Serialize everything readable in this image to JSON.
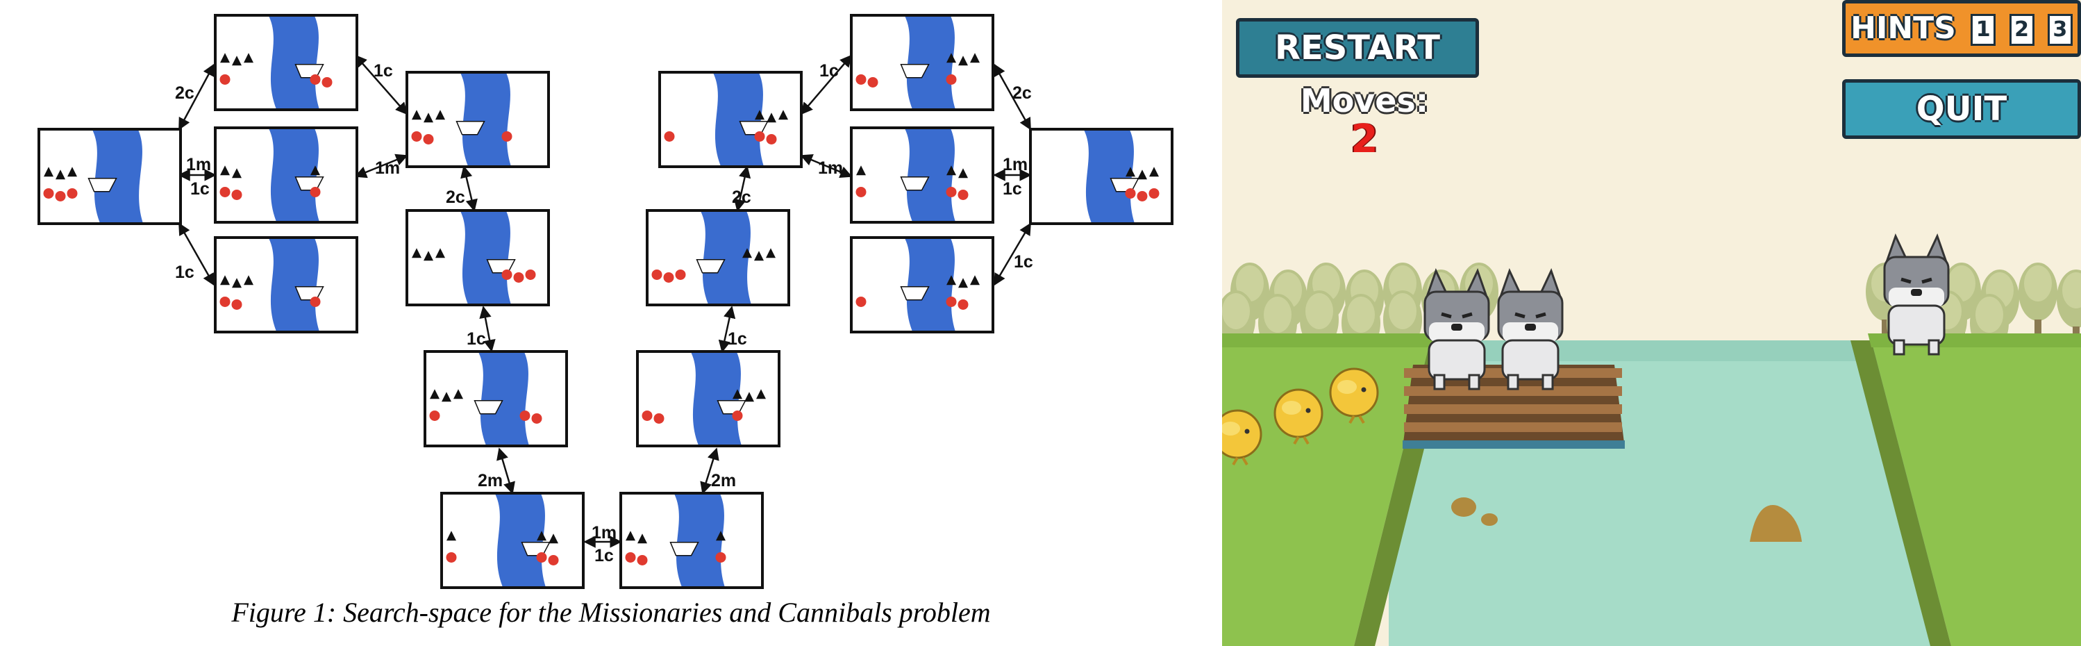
{
  "figure": {
    "caption": "Figure 1: Search-space for the Missionaries and Cannibals problem",
    "edge_labels": [
      "2c",
      "1c",
      "1m",
      "1c",
      "1c",
      "1m",
      "2c",
      "1c",
      "2m",
      "1m",
      "1c",
      "2m",
      "1c",
      "2c",
      "1c",
      "1m",
      "2c",
      "1m",
      "1c",
      "1c"
    ],
    "colors": {
      "river": "#3a6ccf",
      "cannibal": "#e03a2f",
      "missionary": "#111111"
    }
  },
  "game": {
    "restart_label": "RESTART",
    "hints_label": "HINTS",
    "hint_numbers": [
      "1",
      "2",
      "3"
    ],
    "quit_label": "QUIT",
    "moves_label": "Moves:",
    "moves_value": "2",
    "colors": {
      "sky": "#f7f0dc",
      "water": "#a6dcc8",
      "grass": "#8ec24e",
      "restart": "#2e7f93",
      "quit": "#3aa0b8",
      "hints": "#f0922a"
    }
  }
}
